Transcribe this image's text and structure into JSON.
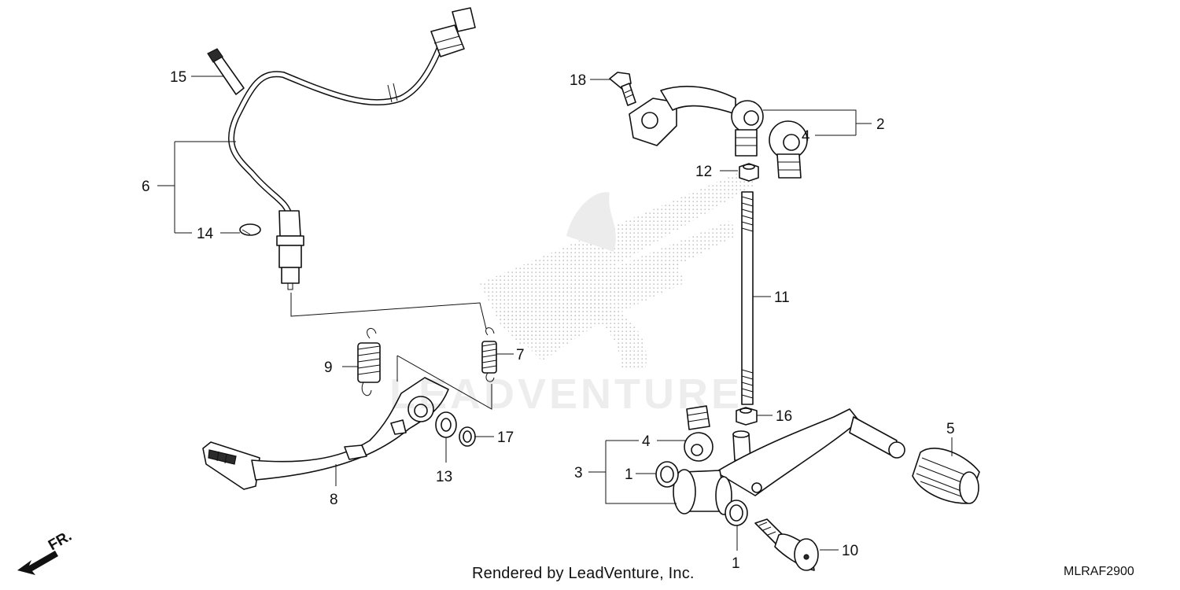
{
  "diagram": {
    "callouts": [
      "15",
      "6",
      "14",
      "18",
      "2",
      "4",
      "12",
      "11",
      "9",
      "7",
      "16",
      "17",
      "13",
      "8",
      "4",
      "3",
      "1",
      "5",
      "1",
      "10"
    ],
    "front_marker": "FR.",
    "watermark": "LEADVENTURE",
    "footer_credit": "Rendered by LeadVenture, Inc.",
    "diagram_code": "MLRAF2900"
  }
}
